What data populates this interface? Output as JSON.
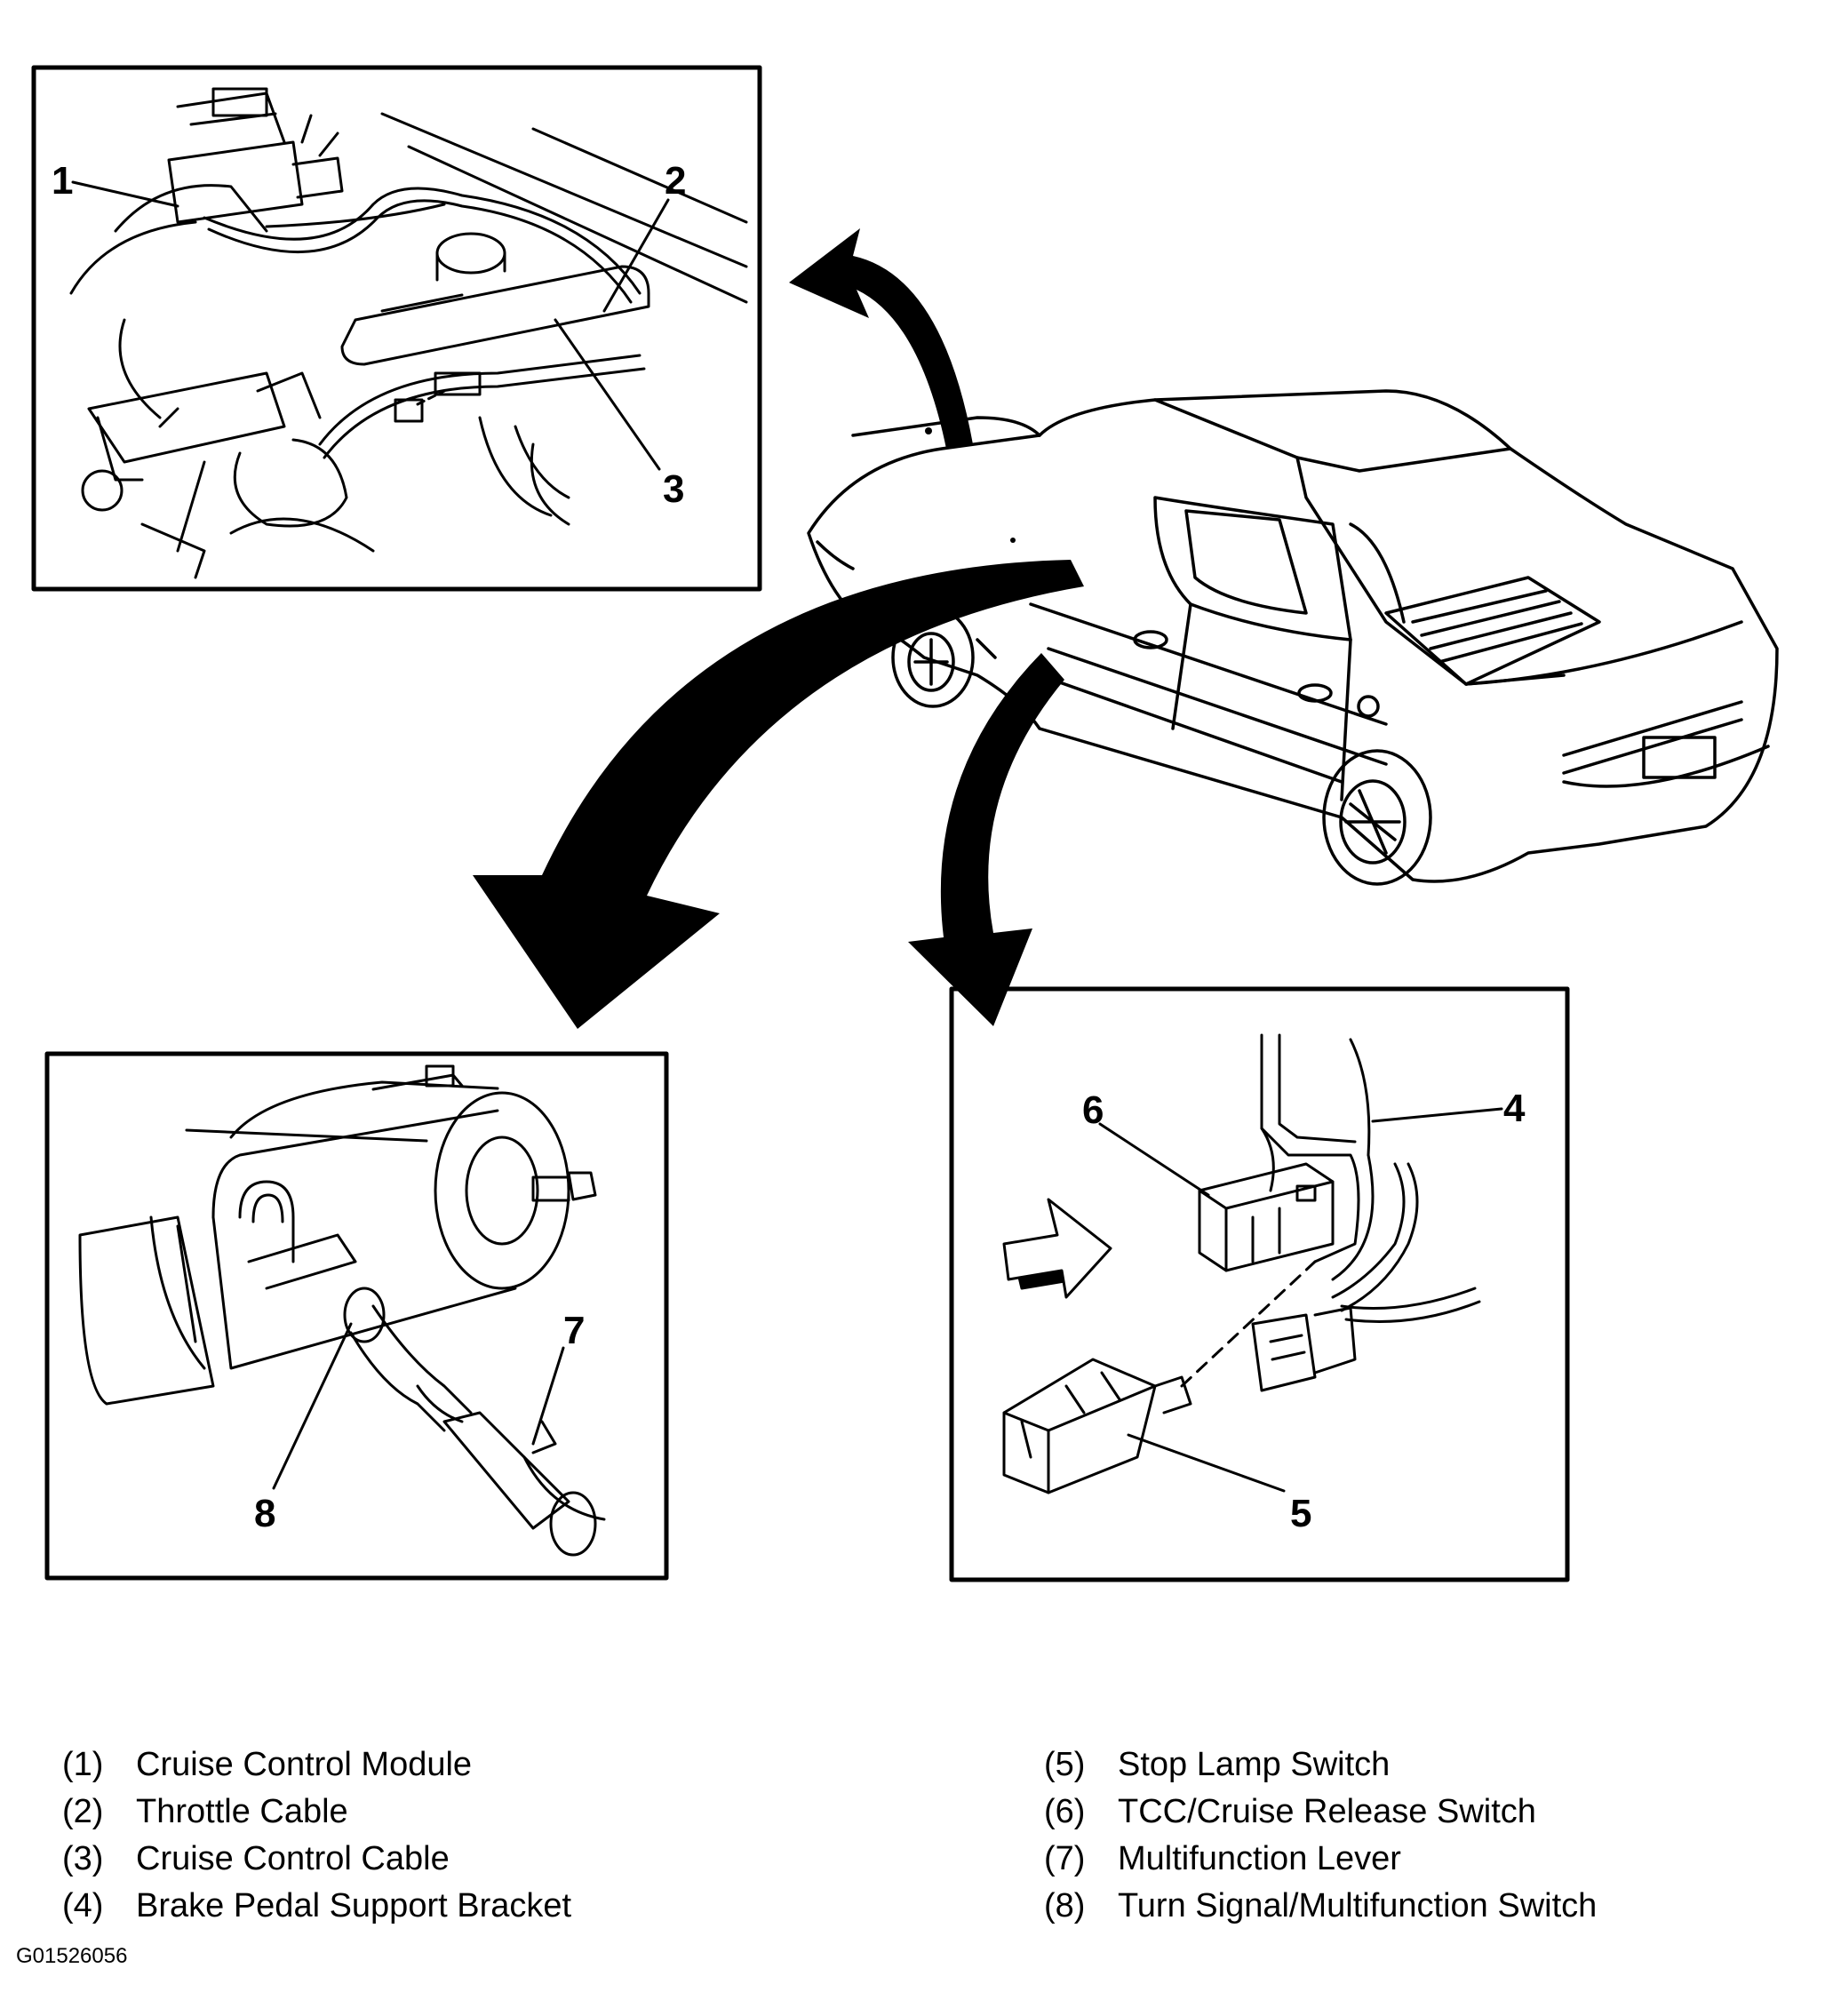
{
  "callouts": [
    "1",
    "2",
    "3",
    "4",
    "5",
    "6",
    "7",
    "8"
  ],
  "legend": {
    "left": [
      {
        "num": "(1)",
        "label": "Cruise Control Module"
      },
      {
        "num": "(2)",
        "label": "Throttle Cable"
      },
      {
        "num": "(3)",
        "label": "Cruise Control Cable"
      },
      {
        "num": "(4)",
        "label": "Brake Pedal Support Bracket"
      }
    ],
    "right": [
      {
        "num": "(5)",
        "label": "Stop Lamp Switch"
      },
      {
        "num": "(6)",
        "label": "TCC/Cruise Release Switch"
      },
      {
        "num": "(7)",
        "label": "Multifunction Lever"
      },
      {
        "num": "(8)",
        "label": "Turn Signal/Multifunction Switch"
      }
    ]
  },
  "figure_id": "G01526056"
}
